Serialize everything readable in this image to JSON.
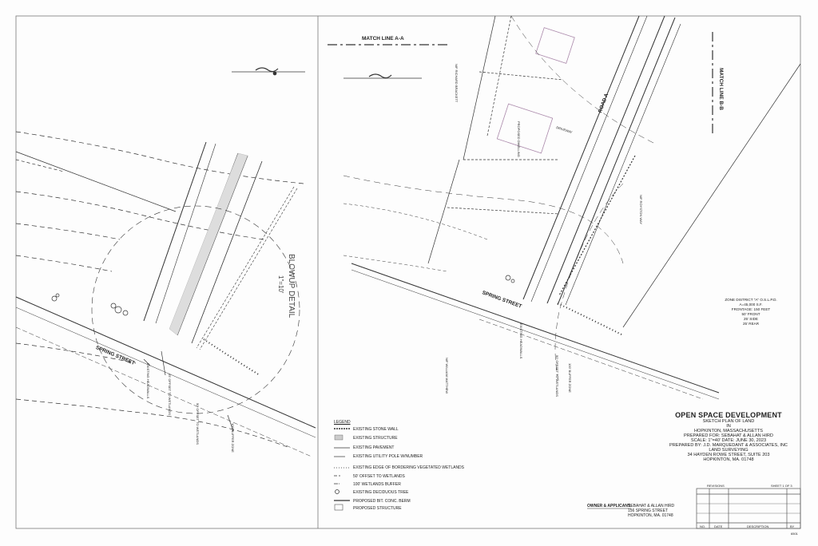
{
  "left_panel": {
    "blowup_title": "BLOWUP DETAIL",
    "blowup_scale": "1\"=10'",
    "street": "SPRING STREET",
    "labels": {
      "headwalls": "EXISTING HEADWALLS",
      "offset50": "50' OFFSET TO WETLANDS",
      "buffer100": "100' BUFFER ZONE",
      "zone": "25' OFFSET TO WETLANDS"
    }
  },
  "right_panel": {
    "match_line_a": "MATCH LINE A-A",
    "match_line_b": "MATCH LINE B-B",
    "road": "ROAD A",
    "street": "SPRING STREET",
    "headwalls": "EXISTING HEADWALLS",
    "nf_richard": "N/F RICHARD BRACKETT",
    "nf_william": "N/F WILLIAM MATTHEW",
    "nf_royston": "N/F ROYSTON WAY",
    "proposed_dwelling": "PROPOSED DWELLING",
    "driveway": "DRIVEWAY",
    "buffer100": "100' BUFFER ZONE",
    "offset50": "50' OFFSET TO WETLANDS",
    "zone_info": [
      "ZONE DISTRICT \"A\" O.S.L.P.D.",
      "A=45,000 S.F.",
      "FRONTAGE: 150 FEET",
      "50' FRONT",
      "25' SIDE",
      "25' REAR"
    ]
  },
  "legend": {
    "title": "LEGEND",
    "items": [
      "EXISTING STONE WALL",
      "EXISTING STRUCTURE",
      "EXISTING PAVEMENT",
      "EXISTING UTILITY POLE W/NUMBER",
      "EXISTING EDGE OF BORDERING VEGETATED WETLANDS",
      "50' OFFSET TO WETLANDS",
      "100' WETLANDS BUFFER",
      "EXISTING DECIDUOUS TREE",
      "PROPOSED BIT. CONC. BERM",
      "PROPOSED STRUCTURE"
    ]
  },
  "title_block": {
    "project": "OPEN SPACE DEVELOPMENT",
    "lines": [
      "SKETCH PLAN OF LAND",
      "IN",
      "HOPKINTON, MASSACHUSETTS",
      "PREPARED FOR: SEBAHAT & ALLAN HIRD",
      "SCALE: 1\"=40'     DATE: JUNE 30, 2023",
      "PREPARED BY: J.D. MARQUEDANT & ASSOCIATES, INC",
      "LAND SURVEYING",
      "34 HAYDEN ROWE STREET, SUITE 203",
      "HOPKINTON, MA. 01748"
    ],
    "owner_label": "OWNER & APPLICANT:",
    "owner_lines": [
      "SEBAHAT & ALLAN HIRD",
      "156 SPRING STREET",
      "HOPKINTON, MA. 01748"
    ],
    "revisions": "REVISIONS",
    "sheet": "SHEET 1 OF 3",
    "cols": {
      "no": "NO.",
      "date": "DATE",
      "description": "DESCRIPTION",
      "by": "BY"
    },
    "code": "6501"
  }
}
